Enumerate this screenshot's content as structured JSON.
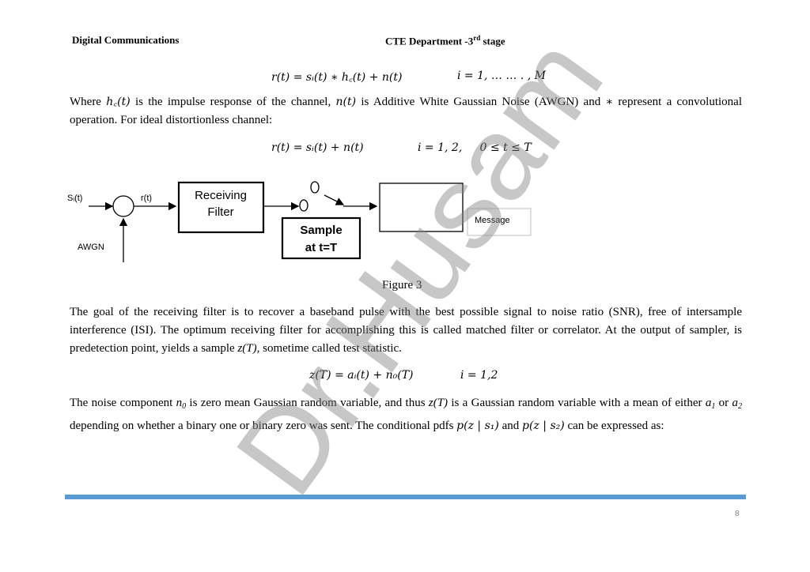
{
  "header": {
    "left": "Digital Communications",
    "right_main": "CTE Department -3",
    "right_sup": "rd",
    "right_end": " stage"
  },
  "eq1": {
    "lhs": "r(t) = sᵢ(t) ∗ h꜀(t) + n(t)",
    "range": "i = 1, … … . , M"
  },
  "para1": {
    "t1": "Where ",
    "m1": "h꜀(t)",
    "t2": " is the impulse response of the channel, ",
    "m2": "n(t)",
    "t3": " is Additive White Gaussian Noise (AWGN) and ",
    "m3": "∗",
    "t4": " represent a convolutional operation. For ideal distortionless channel:"
  },
  "eq2": {
    "lhs": "r(t) = sᵢ(t) + n(t)",
    "range": "i = 1, 2,     0 ≤ t ≤ T"
  },
  "figure": {
    "input_label": "Sᵢ(t)",
    "rt_label": "r(t)",
    "awgn_label": "AWGN",
    "filter_line1": "Receiving",
    "filter_line2": "Filter",
    "sample_line1": "Sample",
    "sample_line2": "at t=T",
    "message_label": "Message",
    "caption": "Figure 3"
  },
  "para2": {
    "t1": "The goal of the receiving filter is to recover a baseband pulse with the best possible signal to noise ratio (SNR), free of intersample interference (ISI). The optimum receiving filter for accomplishing this is called matched filter or correlator. At the output of sampler, is predetection point, yields a sample ",
    "m1": "z(T)",
    "t2": ", sometime called test statistic."
  },
  "eq3": {
    "lhs": "z(T) = aᵢ(t) + n₀(T)",
    "range": "i = 1,2"
  },
  "para3": {
    "t1": "The noise component ",
    "m1": "n",
    "m1sub": "0",
    "t2": " is zero mean Gaussian random variable, and thus ",
    "m2": "z(T)",
    "t3": " is a Gaussian random variable with a mean  of either ",
    "m3": "a",
    "m3sub": "1",
    "t4": " or ",
    "m4": "a",
    "m4sub": "2",
    "t5": " depending on whether a binary one or binary zero was sent. The conditional pdfs ",
    "m5": "p(z | s₁)",
    "t6": " and ",
    "m6": "p(z | s₂)",
    "t7": "  can be expressed as:"
  },
  "watermark": "Dr.Husam",
  "page_number": "8",
  "colors": {
    "footer_bar": "#5b9bd5",
    "watermark": "#828282"
  }
}
